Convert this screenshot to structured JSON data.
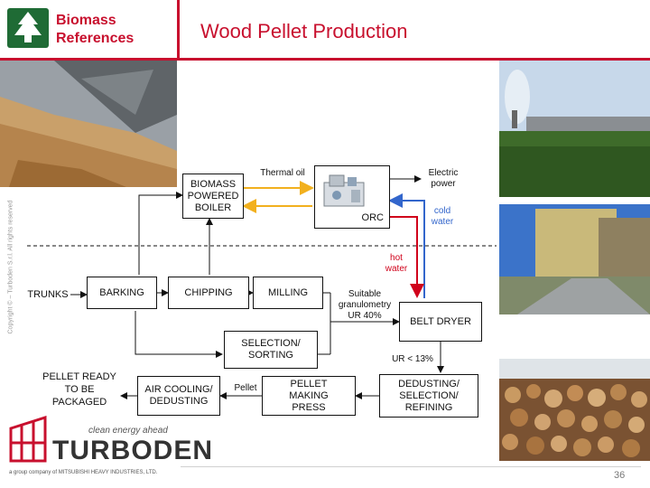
{
  "header": {
    "category": "Biomass References",
    "title": "Wood Pellet Production"
  },
  "diagram": {
    "boxes": {
      "boiler": "BIOMASS POWERED BOILER",
      "orc": "ORC",
      "barking": "BARKING",
      "chipping": "CHIPPING",
      "milling": "MILLING",
      "selection": "SELECTION/ SORTING",
      "belt_dryer": "BELT DRYER",
      "dedusting": "DEDUSTING/ SELECTION/ REFINING",
      "pellet_press": "PELLET MAKING PRESS",
      "air_cooling": "AIR COOLING/ DEDUSTING"
    },
    "labels": {
      "thermal_oil": "Thermal oil",
      "electric_power": "Electric power",
      "cold_water": "cold water",
      "hot_water": "hot water",
      "trunks": "TRUNKS",
      "suitable": "Suitable granulometry UR 40%",
      "ur13": "UR < 13%",
      "pellet": "Pellet",
      "pellet_ready": "PELLET READY TO BE PACKAGED"
    },
    "colors": {
      "thermal_oil": "#f2b01e",
      "cold_water": "#3366cc",
      "hot_water": "#d0021b"
    }
  },
  "footer": {
    "copyright": "Copyright © – Turboden S.r.l. All rights reserved",
    "brand": "TURBODEN",
    "slogan": "clean energy ahead",
    "group": "a group company of MITSUBISHI HEAVY INDUSTRIES, LTD.",
    "page_number": "36"
  }
}
